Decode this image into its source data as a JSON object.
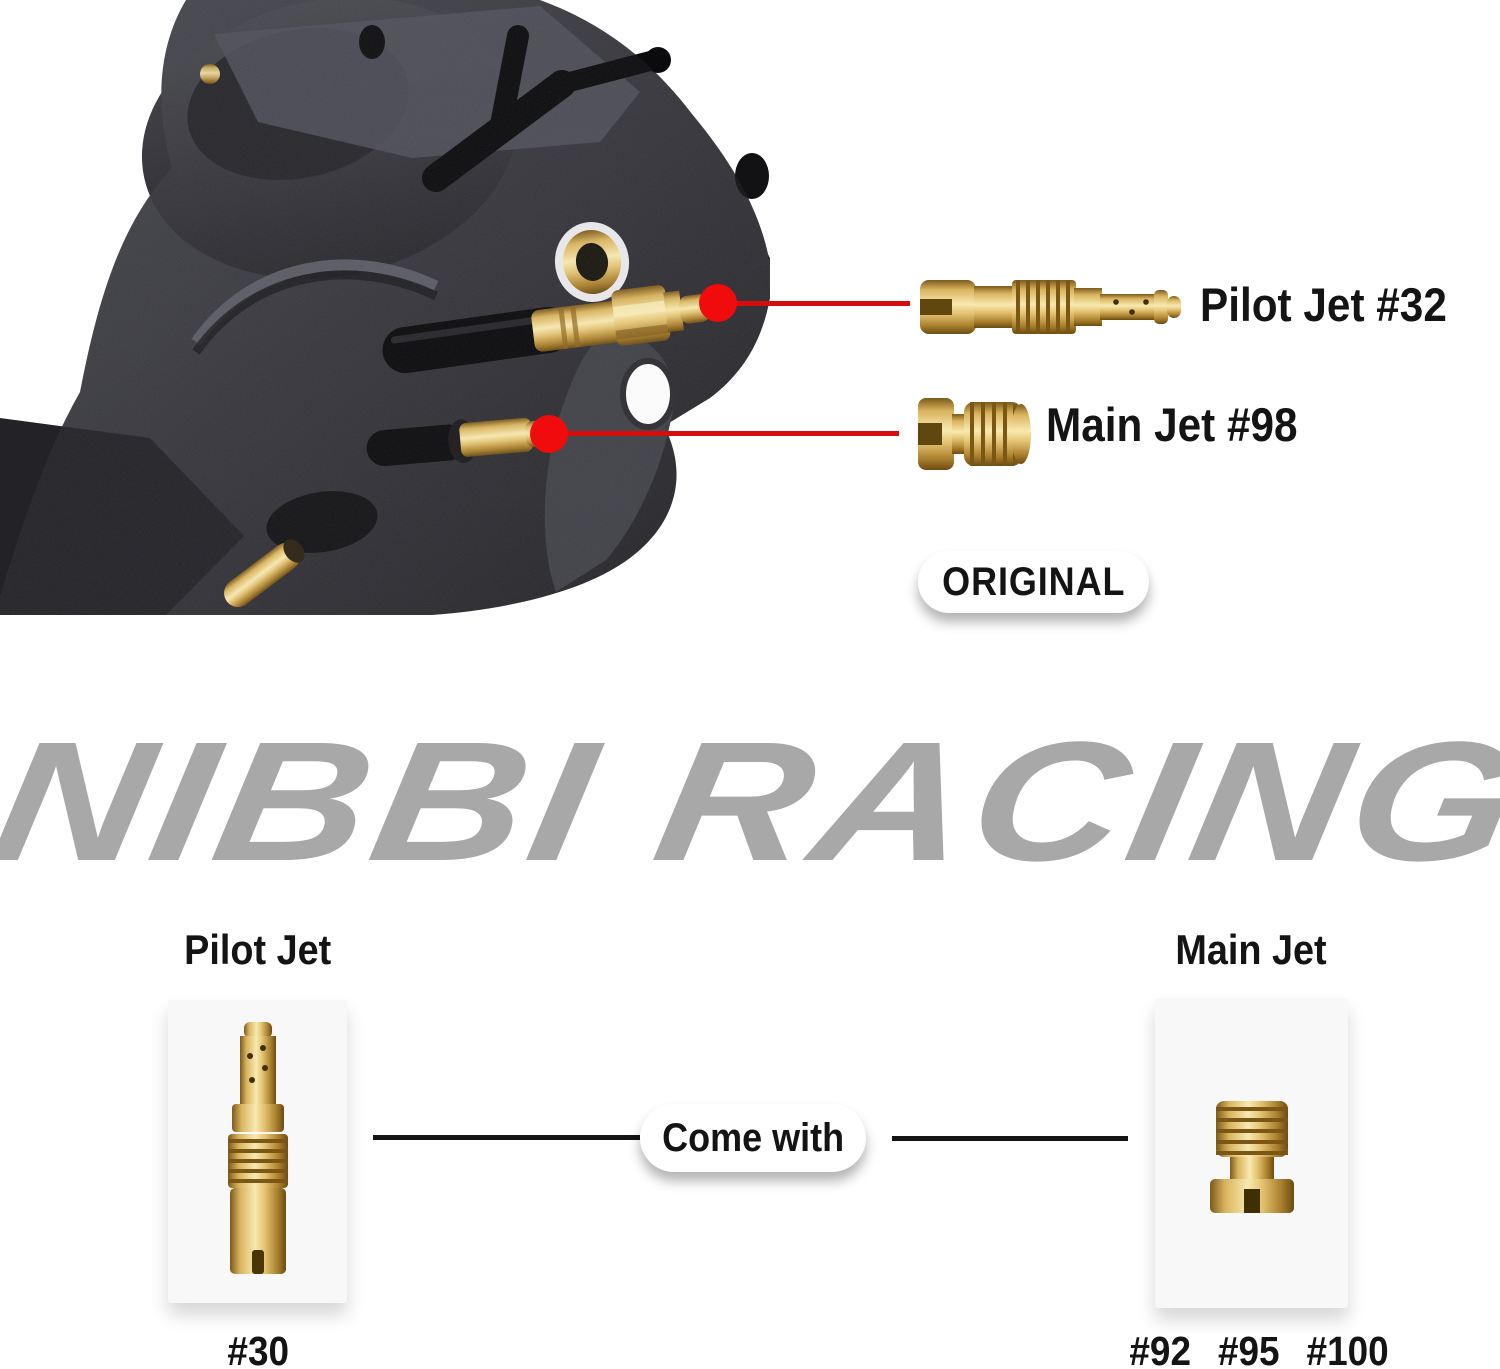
{
  "hero": {
    "callouts": [
      {
        "label": "Pilot Jet #32"
      },
      {
        "label": "Main Jet #98"
      }
    ],
    "badge": "ORIGINAL"
  },
  "watermark": {
    "text": "NIBBI RACING"
  },
  "kit": {
    "connector_label": "Come with",
    "pilot": {
      "title": "Pilot Jet",
      "size": "#30"
    },
    "main": {
      "title": "Main Jet",
      "sizes": [
        "#92",
        "#95",
        "#100"
      ]
    }
  },
  "images": {
    "carburetor": "carburetor-photo",
    "pilot_jet_callout": "pilot-jet-photo",
    "main_jet_callout": "main-jet-photo",
    "pilot_jet_card": "pilot-jet-product-photo",
    "main_jet_card": "main-jet-product-photo"
  },
  "colors": {
    "callout_dot_red": "#f00c0c",
    "callout_line_red": "#d60d0d",
    "watermark_gray": "#a8a8a8",
    "text_black": "#141414",
    "card_bg": "#f8f8f8",
    "brass_light": "#f8e9b0",
    "brass_dark": "#6b4c12",
    "body_dark": "#35353b",
    "background": "#ffffff"
  }
}
